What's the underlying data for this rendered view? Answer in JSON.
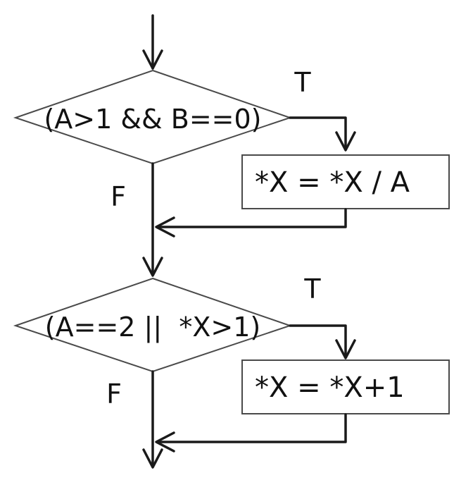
{
  "decisions": [
    {
      "condition": "(A>1 && B==0)",
      "true_label": "T",
      "false_label": "F"
    },
    {
      "condition": "(A==2 ||  *X>1)",
      "true_label": "T",
      "false_label": "F"
    }
  ],
  "processes": [
    {
      "statement": "*X = *X / A"
    },
    {
      "statement": "*X = *X+1"
    }
  ]
}
